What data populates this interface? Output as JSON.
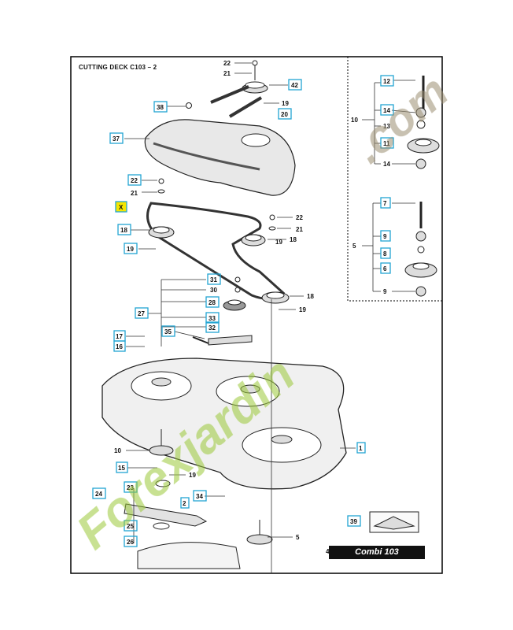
{
  "title": "CUTTING DECK C103 – 2",
  "badge": "Combi 103",
  "callouts": {
    "c22a": "22",
    "c21a": "21",
    "c42": "42",
    "c19a": "19",
    "c20": "20",
    "c38": "38",
    "c37": "37",
    "c22b": "22",
    "c21b": "21",
    "cX": "X",
    "c22c": "22",
    "c21c": "21",
    "c18a": "18",
    "c18b": "18",
    "c19b": "19",
    "c19c": "19",
    "c31": "31",
    "c30": "30",
    "c28": "28",
    "c27": "27",
    "c33": "33",
    "c32": "32",
    "c18c": "18",
    "c19d": "19",
    "c17": "17",
    "c16": "16",
    "c35": "35",
    "c10a": "10",
    "c15": "15",
    "c19e": "19",
    "c24": "24",
    "c23": "23",
    "c2": "2",
    "c34": "34",
    "c25": "25",
    "c26": "26",
    "c5a": "5",
    "c1": "1",
    "c39": "39",
    "c40": "40",
    "r12": "12",
    "r10": "10",
    "r14a": "14",
    "r13": "13",
    "r11": "11",
    "r14b": "14",
    "r7": "7",
    "r5": "5",
    "r9a": "9",
    "r8": "8",
    "r6": "6",
    "r9b": "9"
  },
  "watermark": {
    "text1": "Forexjardin",
    "text2": ".com"
  }
}
